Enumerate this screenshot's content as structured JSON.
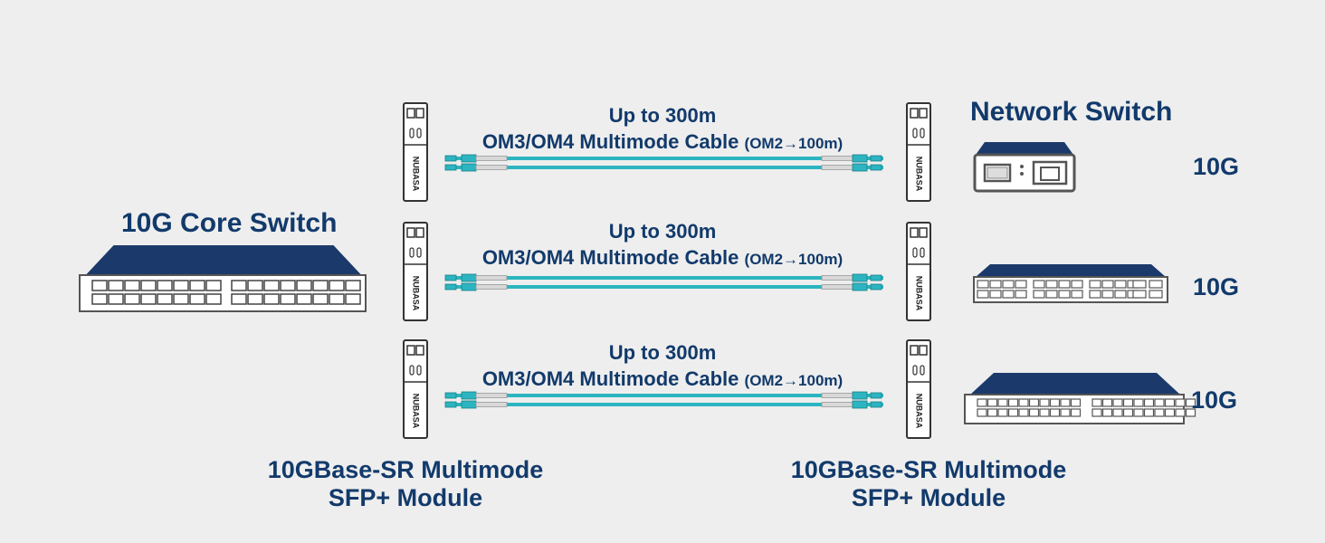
{
  "core_switch": {
    "title": "10G Core Switch"
  },
  "network_switch": {
    "title": "Network Switch"
  },
  "links": [
    {
      "distance": "Up to 300m",
      "cable": "OM3/OM4 Multimode Cable",
      "note": "(OM2→100m)",
      "speed": "10G"
    },
    {
      "distance": "Up to 300m",
      "cable": "OM3/OM4 Multimode Cable",
      "note": "(OM2→100m)",
      "speed": "10G"
    },
    {
      "distance": "Up to 300m",
      "cable": "OM3/OM4 Multimode Cable",
      "note": "(OM2→100m)",
      "speed": "10G"
    }
  ],
  "module_brand": "NUBASA",
  "modules": {
    "left": {
      "line1": "10GBase-SR Multimode",
      "line2": "SFP+ Module"
    },
    "right": {
      "line1": "10GBase-SR Multimode",
      "line2": "SFP+ Module"
    }
  },
  "colors": {
    "navy": "#123a6b",
    "cable": "#2cb5c0",
    "switch_top": "#1b3a6b"
  }
}
